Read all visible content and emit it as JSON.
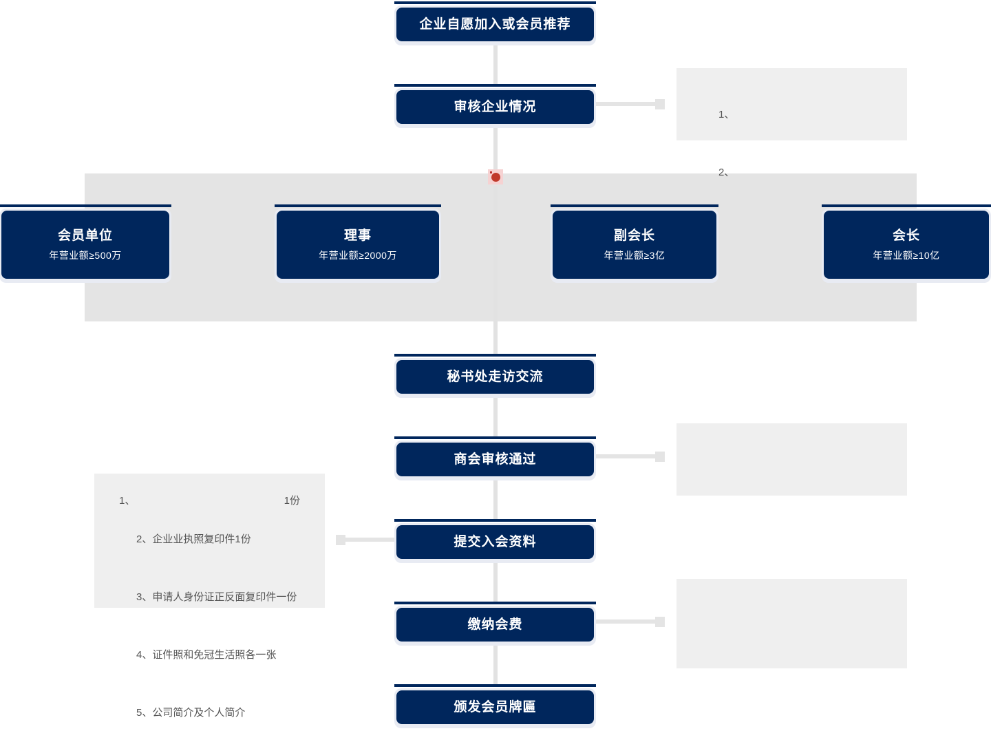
{
  "colors": {
    "navy": "#00265c",
    "frame": "#e8ebf3",
    "band": "#e4e4e4",
    "panel": "#efefef",
    "connector": "#e4e4e4",
    "marker_red": "#c0392b",
    "marker_bg": "#f6d2d2",
    "text_light": "#ffffff",
    "text_grey": "#555555"
  },
  "flow": {
    "steps": [
      {
        "id": "step-join",
        "title": "企业自愿加入或会员推荐"
      },
      {
        "id": "step-review",
        "title": "审核企业情况"
      },
      {
        "id": "step-visit",
        "title": "秘书处走访交流"
      },
      {
        "id": "step-approved",
        "title": "商会审核通过"
      },
      {
        "id": "step-submit",
        "title": "提交入会资料"
      },
      {
        "id": "step-fee",
        "title": "缴纳会费"
      },
      {
        "id": "step-plaque",
        "title": "颁发会员牌匾"
      }
    ]
  },
  "tiers": {
    "items": [
      {
        "id": "tier-member",
        "title": "会员单位",
        "requirement": "年营业额≥500万"
      },
      {
        "id": "tier-director",
        "title": "理事",
        "requirement": "年营业额≥2000万"
      },
      {
        "id": "tier-vice-chair",
        "title": "副会长",
        "requirement": "年营业额≥3亿"
      },
      {
        "id": "tier-chairman",
        "title": "会长",
        "requirement": "年营业额≥10亿"
      }
    ]
  },
  "notes": {
    "review_note": {
      "lines": [
        {
          "num": "1、",
          "text": ""
        },
        {
          "num": "2、",
          "text": ""
        }
      ]
    },
    "approved_note": {
      "lines": []
    },
    "fee_note": {
      "lines": []
    },
    "materials_note": {
      "lines": [
        {
          "num": "1、",
          "text": "",
          "tail": "1份"
        },
        {
          "num": "2、",
          "text": "企业业执照复印件1份",
          "tail": ""
        },
        {
          "num": "3、",
          "text": "申请人身份证正反面复印件一份",
          "tail": ""
        },
        {
          "num": "4、",
          "text": "证件照和免冠生活照各一张",
          "tail": ""
        },
        {
          "num": "5、",
          "text": "公司简介及个人简介",
          "tail": ""
        }
      ]
    }
  },
  "marker": {
    "id": "tier-marker",
    "label": ""
  }
}
